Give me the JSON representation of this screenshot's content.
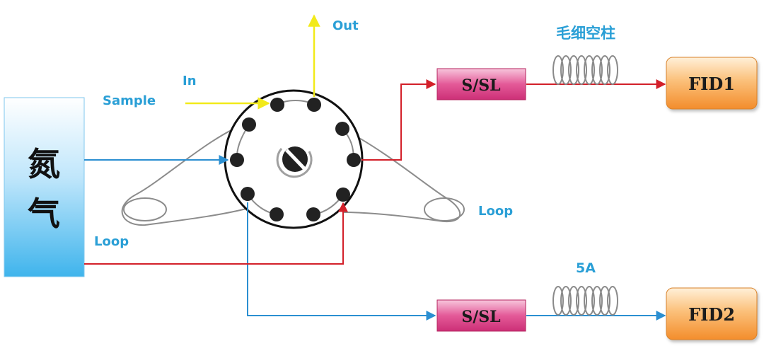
{
  "source": {
    "line1": "氮",
    "line2": "气"
  },
  "labels": {
    "out": "Out",
    "in": "In",
    "sample": "Sample",
    "loop_left": "Loop",
    "loop_right": "Loop",
    "column_top": "毛细空柱",
    "column_bottom": "5A"
  },
  "inlets": {
    "top": "S/SL",
    "bottom": "S/SL"
  },
  "detectors": {
    "top": "FID1",
    "bottom": "FID2"
  },
  "colors": {
    "carrier_blue": "#2b8fd1",
    "sample_yellow": "#f2ea1a",
    "red_line": "#d3202a",
    "label_blue": "#2a9fd6",
    "inlet_pink": "#e0468e",
    "fid_orange": "#f7a64a"
  }
}
